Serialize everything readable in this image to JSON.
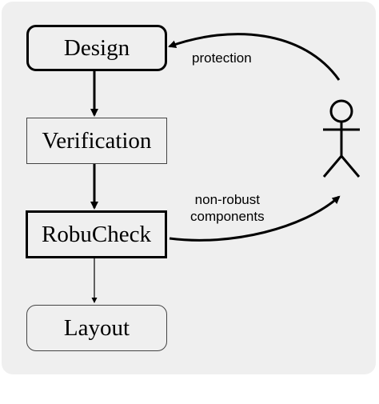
{
  "diagram": {
    "nodes": {
      "design": "Design",
      "verification": "Verification",
      "robucheck": "RobuCheck",
      "layout": "Layout"
    },
    "edge_labels": {
      "protection": "protection",
      "non_robust_line1": "non-robust",
      "non_robust_line2": "components"
    },
    "actor_icon": "stick-figure-icon"
  }
}
